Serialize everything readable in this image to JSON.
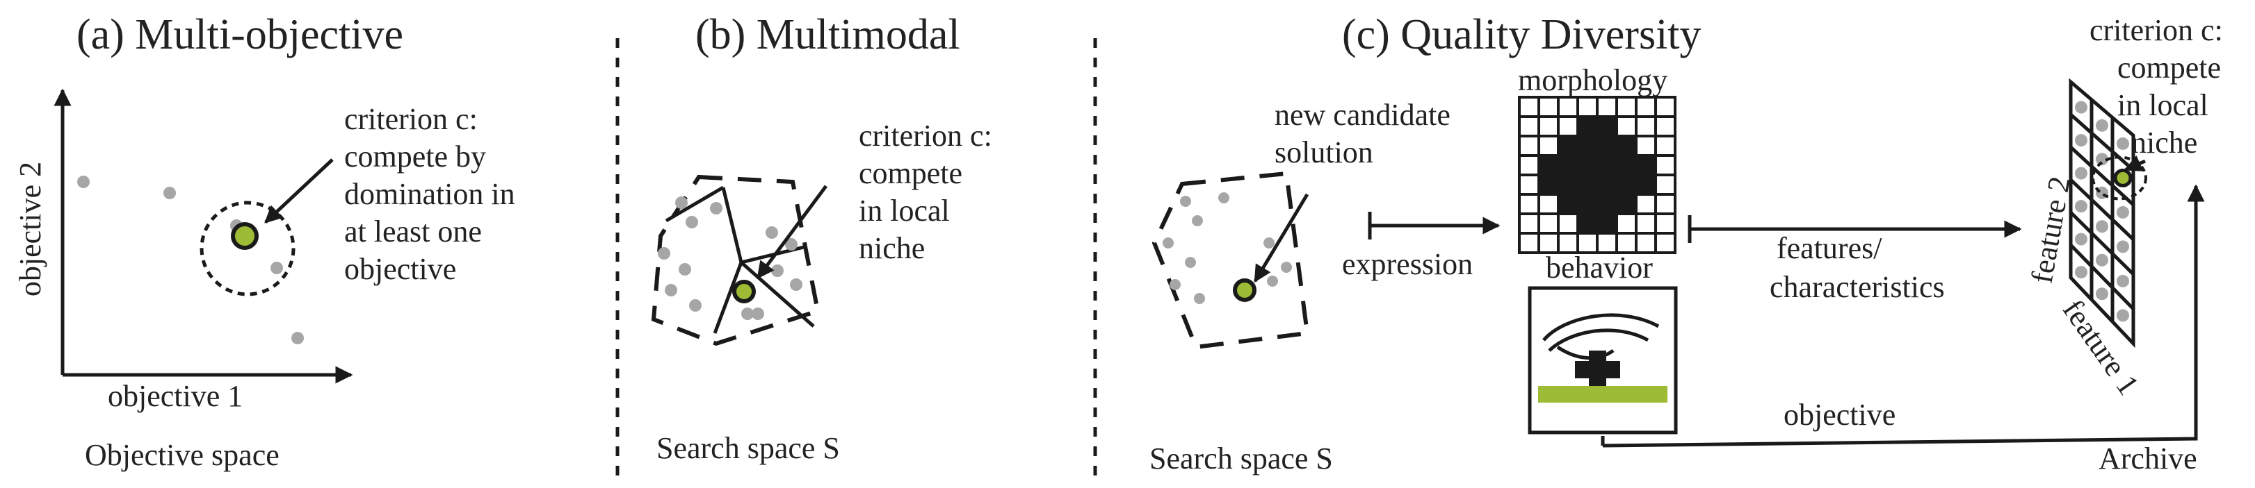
{
  "colors": {
    "accent": "#9dbb34",
    "dots": "#a6a6a6",
    "ink": "#1a1a1a"
  },
  "panel_a": {
    "title": "(a) Multi-objective",
    "criterion": [
      "criterion c:",
      "compete by",
      "domination in",
      "at least one",
      "objective"
    ],
    "x_axis": "objective 1",
    "y_axis": "objective 2",
    "caption": "Objective space"
  },
  "panel_b": {
    "title": "(b) Multimodal",
    "criterion": [
      "criterion c:",
      "compete",
      "in local",
      "niche"
    ],
    "caption": "Search space S"
  },
  "panel_c": {
    "title": "(c) Quality Diversity",
    "candidate": [
      "new candidate",
      "solution"
    ],
    "caption": "Search space S",
    "expression": "expression",
    "morphology": "morphology",
    "behavior": "behavior",
    "features": [
      "features/",
      "characteristics"
    ],
    "objective": "objective",
    "archive_caption": "Archive",
    "archive_criterion": [
      "criterion c:",
      "compete",
      "in local",
      "niche"
    ],
    "feature1": "feature 1",
    "feature2": "feature 2"
  }
}
